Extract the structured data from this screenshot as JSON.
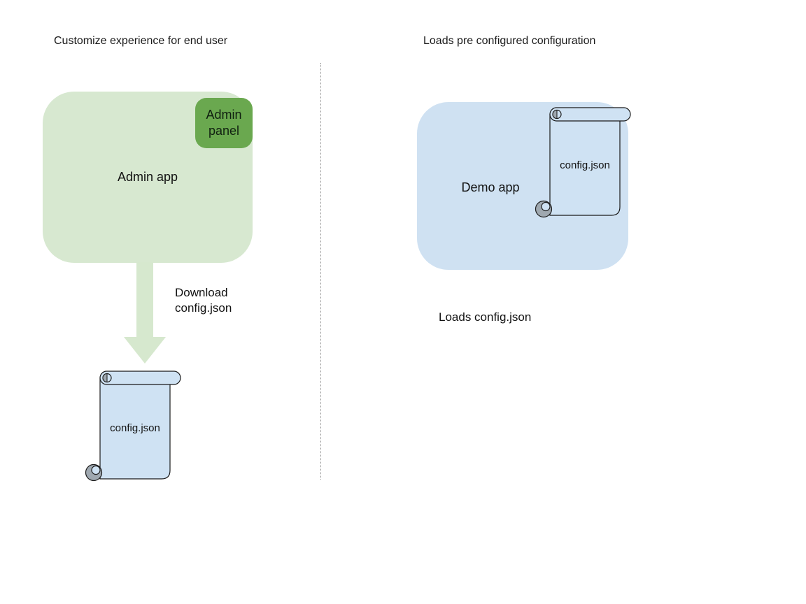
{
  "diagram": {
    "left": {
      "title": "Customize experience for end user",
      "admin_app_label": "Admin app",
      "admin_panel_label": "Admin panel",
      "download_label_line1": "Download",
      "download_label_line2": "config.json",
      "scroll_label": "config.json"
    },
    "right": {
      "title": "Loads pre configured configuration",
      "demo_app_label": "Demo app",
      "scroll_label": "config.json",
      "caption": "Loads config.json"
    },
    "colors": {
      "background": "#ffffff",
      "admin_app_fill": "#d7e8d0",
      "admin_panel_fill": "#6aa84f",
      "arrow_fill": "#d6e8ce",
      "demo_app_fill": "#cfe1f2",
      "scroll_fill": "#cfe2f3",
      "scroll_curl_gray": "#9fa8b0",
      "outline": "#1a1a1a",
      "divider": "#8f8f8f",
      "text": "#111111"
    }
  }
}
